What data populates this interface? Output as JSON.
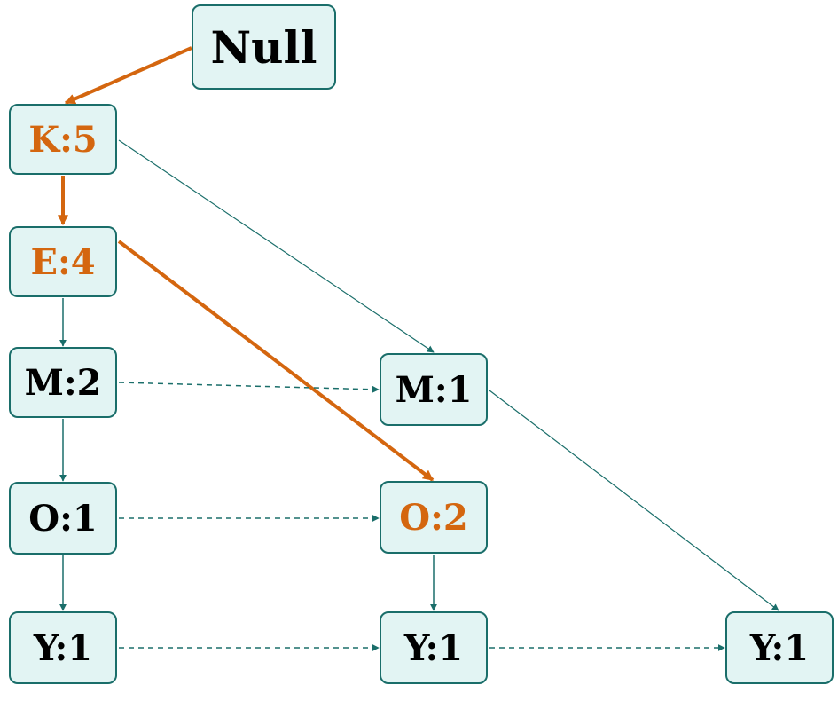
{
  "nodes": {
    "null": "Null",
    "k5": "K:5",
    "e4": "E:4",
    "m2": "M:2",
    "o1": "O:1",
    "y1_left": "Y:1",
    "m1": "M:1",
    "o2": "O:2",
    "y1_middle": "Y:1",
    "y1_right": "Y:1"
  },
  "colors": {
    "node_fill": "#e2f4f3",
    "node_border": "#1a6e6a",
    "highlight": "#d4660f",
    "edge": "#1a6e6a"
  }
}
